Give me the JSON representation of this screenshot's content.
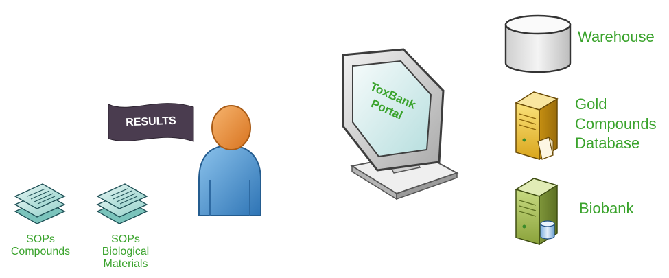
{
  "results_banner": {
    "text": "RESULTS"
  },
  "portal": {
    "line1": "ToxBank",
    "line2": "Portal"
  },
  "documents": [
    {
      "line1": "SOPs",
      "line2": "Compounds",
      "line3": ""
    },
    {
      "line1": "SOPs",
      "line2": "Biological",
      "line3": "Materials"
    }
  ],
  "resources": [
    {
      "lines": [
        "Warehouse"
      ],
      "icon": "database-cylinder-icon"
    },
    {
      "lines": [
        "Gold",
        "Compounds",
        "Database"
      ],
      "icon": "gold-server-icon"
    },
    {
      "lines": [
        "Biobank"
      ],
      "icon": "green-server-icon"
    }
  ],
  "colors": {
    "label_green": "#3aa32c",
    "banner_fill": "#4a3c4f",
    "person_head": "#e98d3c",
    "person_body": "#4f95cf",
    "screen_green": "#3aa32c"
  }
}
